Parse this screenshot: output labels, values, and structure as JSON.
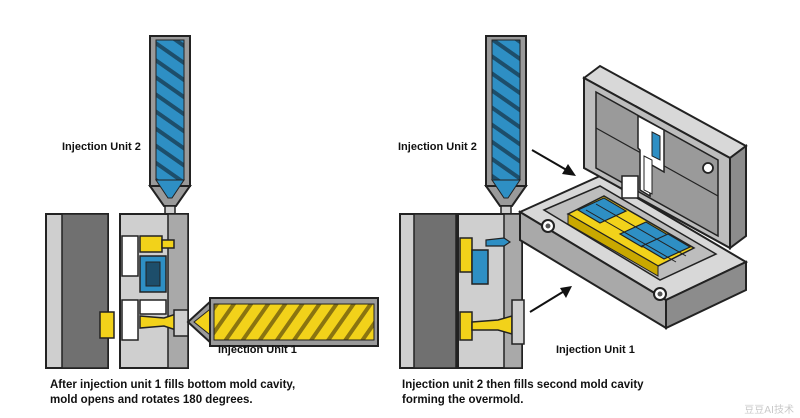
{
  "left_panel": {
    "unit2_label": "Injection Unit 2",
    "unit1_label": "Injection Unit 1",
    "caption_line1": "After injection unit 1 fills bottom mold cavity,",
    "caption_line2": "mold opens and rotates 180 degrees."
  },
  "right_panel": {
    "unit2_label": "Injection Unit 2",
    "unit1_label": "Injection Unit 1",
    "caption_line1": "Injection unit 2 then fills second mold cavity",
    "caption_line2": "forming the overmold."
  },
  "watermark": "豆豆AI技术",
  "colors": {
    "blue": "#2e8fc4",
    "blue_dark": "#1d4e6b",
    "yellow": "#f2d21a",
    "yellow_dark": "#8a7410",
    "mold_light": "#cfcfcf",
    "mold_mid": "#a9a9a9",
    "mold_dark": "#6e6e6e"
  }
}
